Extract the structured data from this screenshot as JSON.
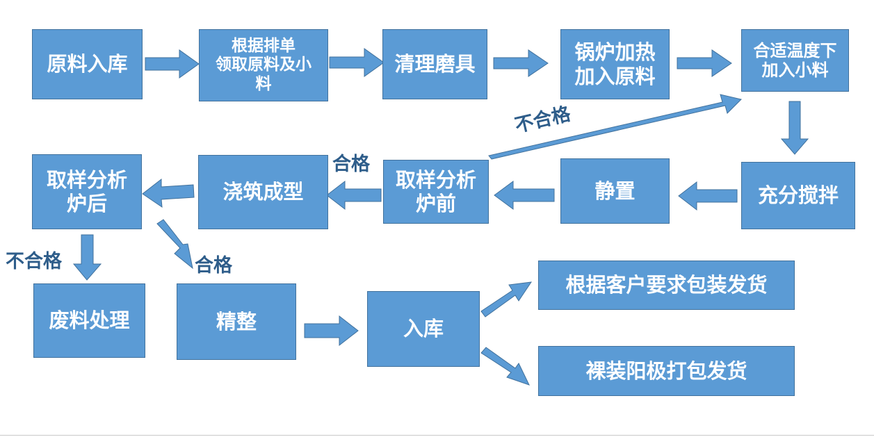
{
  "colors": {
    "box_fill": "#5b9bd5",
    "box_border": "#41719c",
    "label_text": "#2e5d8a"
  },
  "row1": {
    "raw_storage": "原料入库",
    "pick_materials": [
      "根据排单",
      "领取原料及小",
      "料"
    ],
    "clean_mold": "清理磨具",
    "boiler_heat": [
      "锅炉加热",
      "加入原料"
    ],
    "add_minor": [
      "合适温度下",
      "加入小料"
    ]
  },
  "row2": {
    "stir": "充分搅拌",
    "settle": "静置",
    "pre_sample": [
      "取样分析",
      "炉前"
    ],
    "casting": "浇筑成型",
    "post_sample": [
      "取样分析",
      "炉后"
    ]
  },
  "row3": {
    "scrap": "废料处理",
    "finishing": "精整",
    "warehouse": "入库",
    "ship_custom": "根据客户要求包装发货",
    "ship_bare": "裸装阳极打包发货"
  },
  "labels": {
    "fail_return": "不合格",
    "pass_cast": "合格",
    "fail_scrap": "不合格",
    "pass_finish": "合格"
  }
}
